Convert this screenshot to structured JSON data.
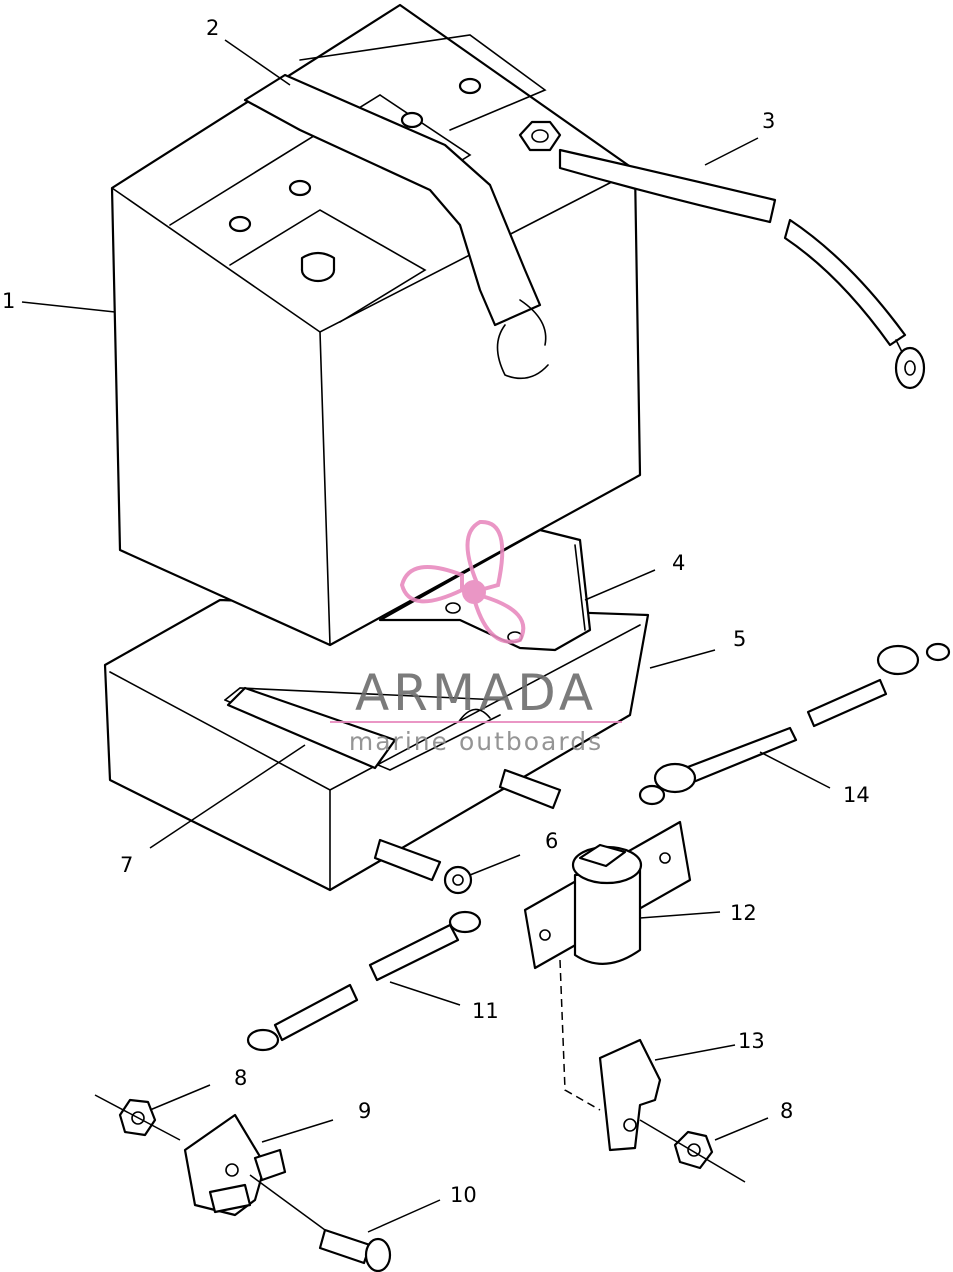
{
  "callouts": {
    "c1": "1",
    "c2": "2",
    "c3": "3",
    "c4": "4",
    "c5": "5",
    "c6": "6",
    "c7": "7",
    "c8a": "8",
    "c8b": "8",
    "c9": "9",
    "c10": "10",
    "c11": "11",
    "c12": "12",
    "c13": "13",
    "c14": "14"
  },
  "watermark": {
    "brand": "ARMADA",
    "tagline": "marine outboards",
    "logo_color": "#e88bbf",
    "text_color": "#6d6d6d"
  }
}
